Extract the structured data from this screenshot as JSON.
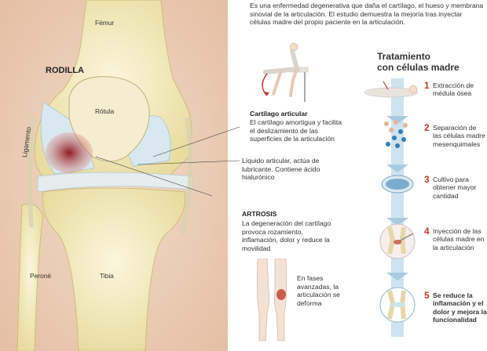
{
  "intro": "Es una enfermedad degenerativa que daña el cartílago, el hueso y membrana sinovial de la articulación. El estudio demuestra la mejoría tras inyectar células madre del propio paciente en la articulación.",
  "knee": {
    "title": "RODILLA",
    "femur": "Fémur",
    "rotula": "Rótula",
    "ligamento": "Ligamento",
    "perone": "Peroné",
    "tibia": "Tibia"
  },
  "cartilago": {
    "title": "Cartílago articular",
    "text": "El cartílago amortigua y facilita el deslizamiento de las superficies de la articulación"
  },
  "liquido": "Líquido articular, actúa de lubricante. Contiene ácido hialurónico",
  "artrosis": {
    "title": "ARTROSIS",
    "text": "La degeneración del cartílago provoca rozamiento, inflamación, dolor y reduce la movilidad"
  },
  "fases": "En fases avanzadas, la articulación se deforma",
  "treatment": {
    "title_line1": "Tratamiento",
    "title_line2": "con células madre",
    "steps": [
      {
        "num": "1",
        "text": "Extracción de médula ósea"
      },
      {
        "num": "2",
        "text": "Separación de las células madre mesenquimales"
      },
      {
        "num": "3",
        "text": "Cultivo para obtener mayor cantidad"
      },
      {
        "num": "4",
        "text": "Inyección de las células madre en la articulación"
      },
      {
        "num": "5",
        "text": "Se reduce la inflamación y el dolor y mejora la funcionalidad"
      }
    ]
  },
  "colors": {
    "accent": "#c0392b",
    "bone": "#efe6b6",
    "arrow": "#cfe3ee",
    "cartilage": "#cfe3ee"
  }
}
